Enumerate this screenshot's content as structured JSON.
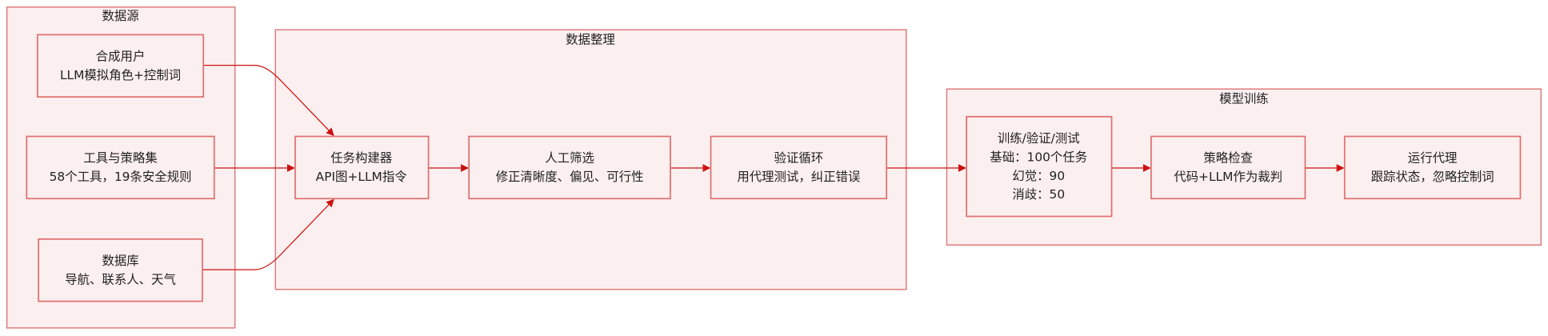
{
  "colors": {
    "group_fill": "#fcefef",
    "border": "#e07070",
    "edge": "#cc1111"
  },
  "groups": {
    "sources": {
      "title": "数据源"
    },
    "curation": {
      "title": "数据整理"
    },
    "training": {
      "title": "模型训练"
    }
  },
  "nodes": {
    "synthetic_users": {
      "title": "合成用户",
      "desc": "LLM模拟角色+控制词"
    },
    "tools_policies": {
      "title": "工具与策略集",
      "desc": "58个工具，19条安全规则"
    },
    "database": {
      "title": "数据库",
      "desc": "导航、联系人、天气"
    },
    "task_builder": {
      "title": "任务构建器",
      "desc": "API图+LLM指令"
    },
    "human_filter": {
      "title": "人工筛选",
      "desc": "修正清晰度、偏见、可行性"
    },
    "validation_loop": {
      "title": "验证循环",
      "desc": "用代理测试，纠正错误"
    },
    "splits": {
      "title": "训练/验证/测试",
      "lines": [
        "基础：100个任务",
        "幻觉：90",
        "消歧：50"
      ]
    },
    "policy_check": {
      "title": "策略检查",
      "desc": "代码+LLM作为裁判"
    },
    "run_agent": {
      "title": "运行代理",
      "desc": "跟踪状态，忽略控制词"
    }
  }
}
